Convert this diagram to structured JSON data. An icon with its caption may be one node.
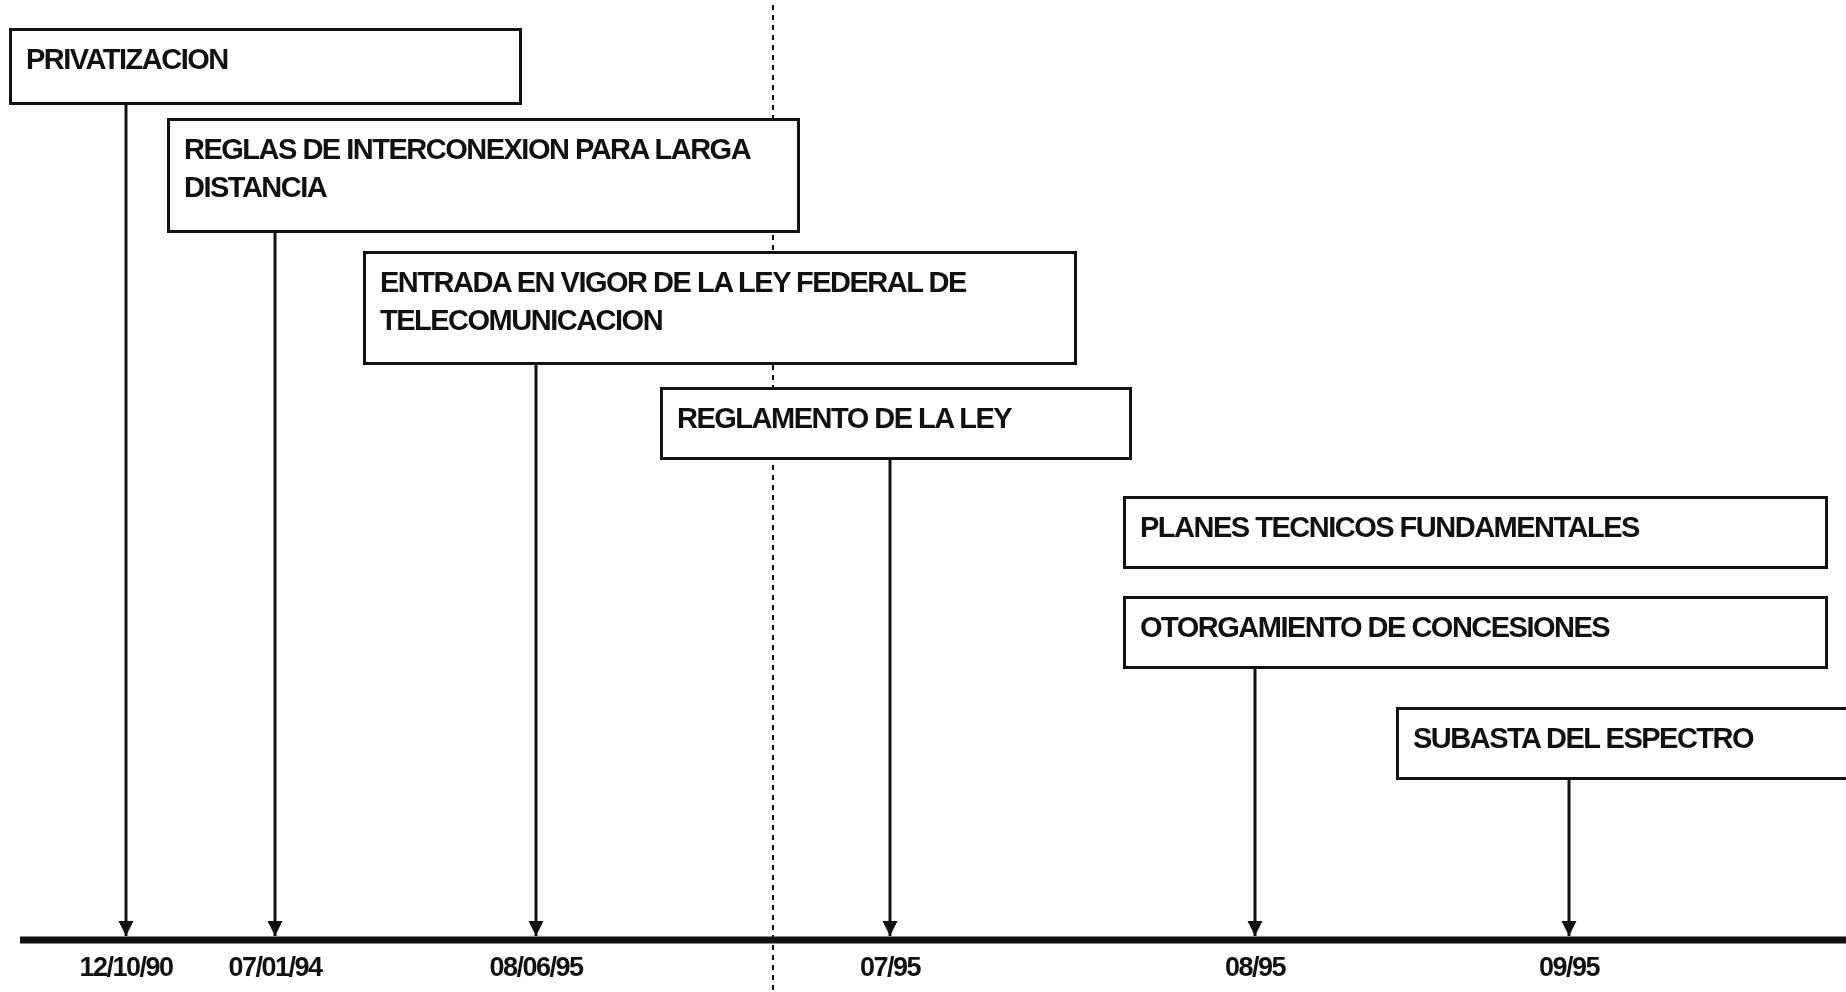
{
  "diagram": {
    "nodes": [
      {
        "text": [
          "PRIVATIZACION"
        ]
      },
      {
        "text": [
          "REGLAS DE INTERCONEXION PARA LARGA DISTANCIA"
        ]
      },
      {
        "text": [
          "ENTRADA EN VIGOR DE LA LEY FEDERAL DE TELECOMUNICACION"
        ]
      },
      {
        "text": [
          "REGLAMENTO DE LA LEY"
        ]
      },
      {
        "text": [
          "PLANES TECNICOS FUNDAMENTALES"
        ]
      },
      {
        "text": [
          "OTORGAMIENTO DE CONCESIONES"
        ]
      },
      {
        "text": [
          "SUBASTA DEL ESPECTRO"
        ]
      },
      {
        "text": [
          "12/10/90"
        ]
      },
      {
        "text": [
          "07/01/94"
        ]
      },
      {
        "text": [
          "08/06/95"
        ]
      },
      {
        "text": [
          "07/95"
        ]
      },
      {
        "text": [
          "08/95"
        ]
      },
      {
        "text": [
          "09/95"
        ]
      }
    ],
    "edges": [
      {
        "from": 0,
        "to": 7,
        "arrow": "to"
      },
      {
        "from": 1,
        "to": 8,
        "arrow": "to"
      },
      {
        "from": 2,
        "to": 9,
        "arrow": "to"
      },
      {
        "from": 3,
        "to": 10,
        "arrow": "to"
      },
      {
        "from": 5,
        "to": 11,
        "arrow": "to"
      },
      {
        "from": 6,
        "to": 12,
        "arrow": "to"
      }
    ]
  }
}
